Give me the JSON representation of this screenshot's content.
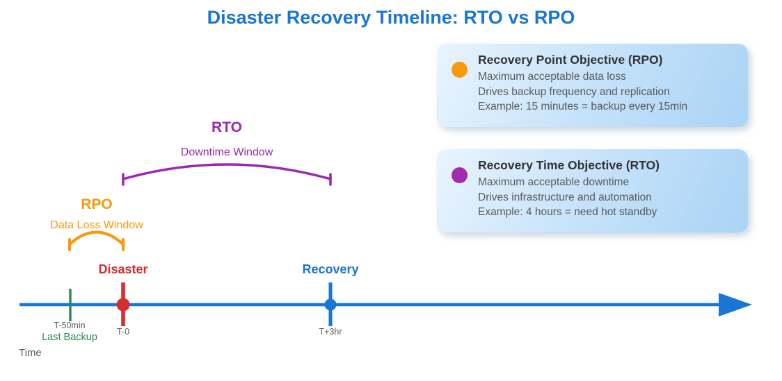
{
  "title": "Disaster Recovery Timeline: RTO vs RPO",
  "colors": {
    "title": "#1976D2",
    "timeline": "#1976D2",
    "card_title_text": "#333333",
    "muted_text": "#5A5A5A",
    "card_bg_start": "#E9F4FE",
    "card_bg_end": "#A9D3F5"
  },
  "cards": [
    {
      "id": "rpo",
      "dot_color": "#F8990B",
      "dot_icon": "orange-circle-icon",
      "title": "Recovery Point Objective (RPO)",
      "lines": [
        "Maximum acceptable data loss",
        "Drives backup frequency and replication",
        "Example: 15 minutes = backup every 15min"
      ]
    },
    {
      "id": "rto",
      "dot_color": "#A32BAD",
      "dot_icon": "purple-circle-icon",
      "title": "Recovery Time Objective (RTO)",
      "lines": [
        "Maximum acceptable downtime",
        "Drives infrastructure and automation",
        "Example: 4 hours = need hot standby"
      ]
    }
  ],
  "braces": {
    "rto": {
      "label": "RTO",
      "sublabel": "Downtime Window",
      "color": "#9C27B0"
    },
    "rpo": {
      "label": "RPO",
      "sublabel": "Data Loss Window",
      "color": "#F8990B"
    }
  },
  "timeline": {
    "axis_label": "Time",
    "markers": [
      {
        "id": "last-backup",
        "name": "Last Backup",
        "time": "T-50min",
        "color": "#2E8B57"
      },
      {
        "id": "disaster",
        "name": "Disaster",
        "time": "T-0",
        "color": "#D32F2F"
      },
      {
        "id": "recovery",
        "name": "Recovery",
        "time": "T+3hr",
        "color": "#1976D2"
      }
    ]
  }
}
